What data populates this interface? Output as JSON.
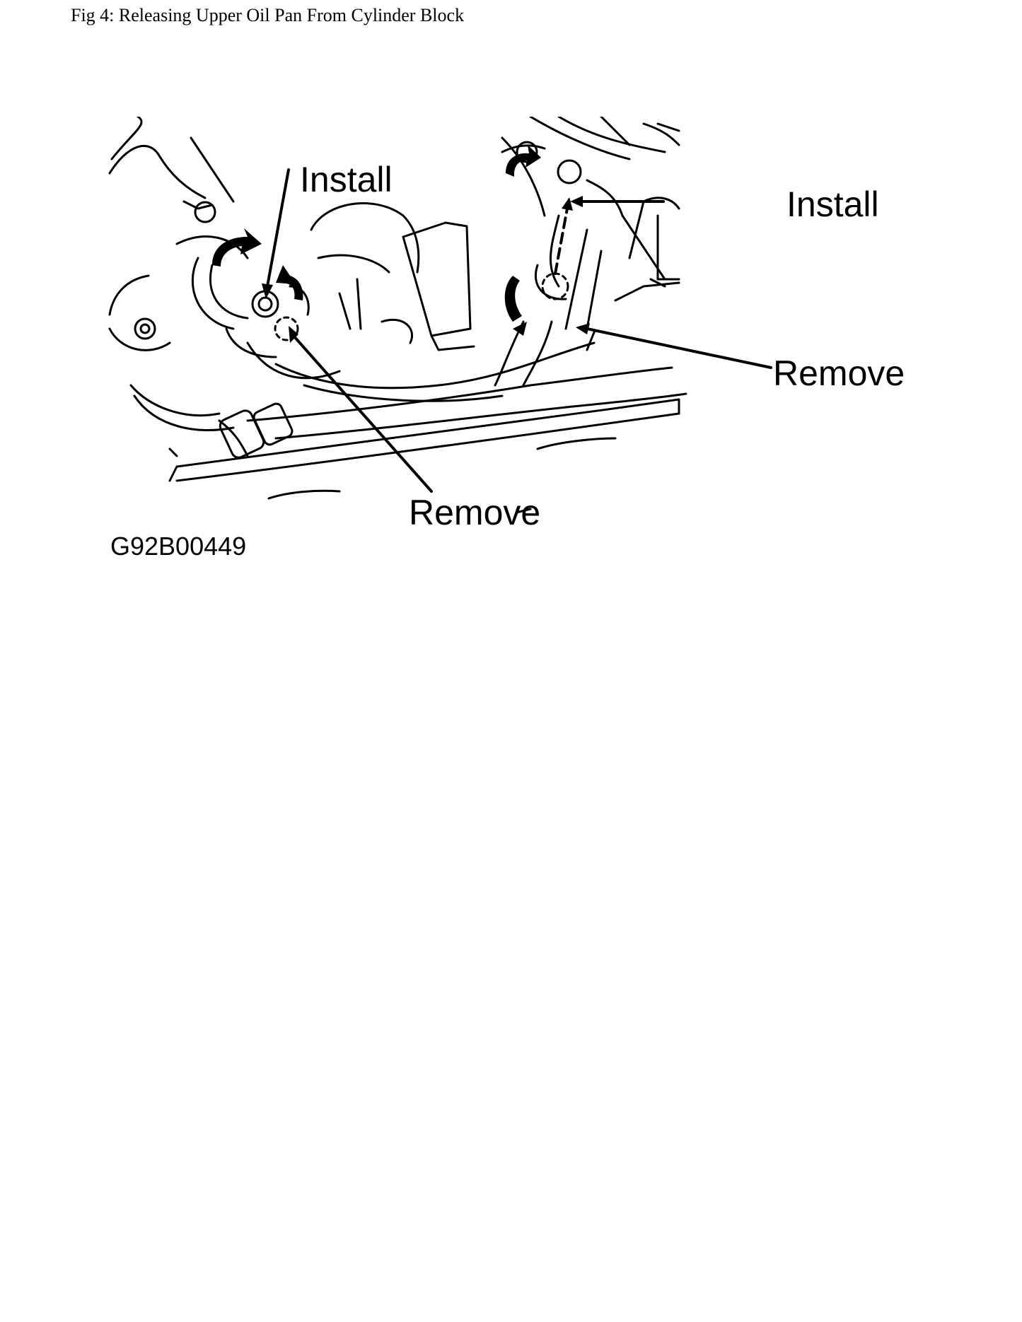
{
  "caption": "Fig 4: Releasing Upper Oil Pan From Cylinder Block",
  "illustration": {
    "callouts": {
      "left_install": "Install",
      "left_remove": "Remove",
      "right_install": "Install",
      "right_remove": "Remove"
    },
    "figure_code": "G92B00449"
  }
}
